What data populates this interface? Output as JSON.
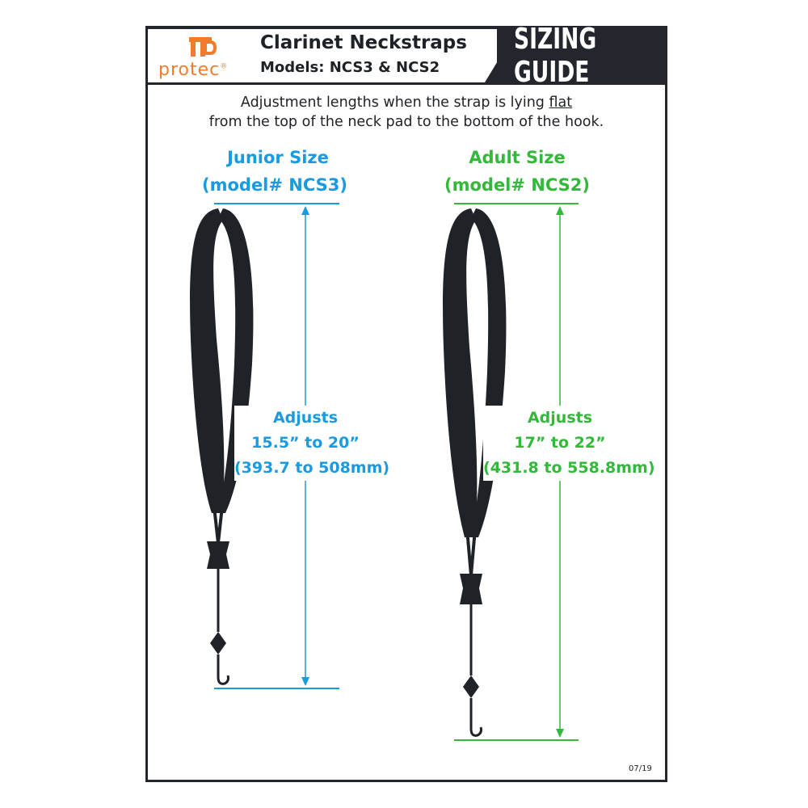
{
  "header": {
    "brand": "protec",
    "title": "Clarinet Neckstraps",
    "models": "Models: NCS3 & NCS2",
    "badge": "SIZING GUIDE"
  },
  "instructions": {
    "line1_prefix": "Adjustment lengths when the strap is lying ",
    "line1_emphasis": "flat",
    "line2": "from the top of the neck pad to the bottom of the hook."
  },
  "junior": {
    "title": "Junior Size",
    "model": "(model# NCS3)",
    "adjusts": "Adjusts",
    "range_in": "15.5” to 20”",
    "range_mm": "(393.7 to 508mm)"
  },
  "adult": {
    "title": "Adult Size",
    "model": "(model# NCS2)",
    "adjusts": "Adjusts",
    "range_in": "17” to 22”",
    "range_mm": "(431.8 to 558.8mm)"
  },
  "date_code": "07/19",
  "colors": {
    "frame": "#23272d",
    "brand_orange": "#ef7d2d",
    "junior_blue": "#1a9ae0",
    "adult_green": "#32b93a"
  }
}
